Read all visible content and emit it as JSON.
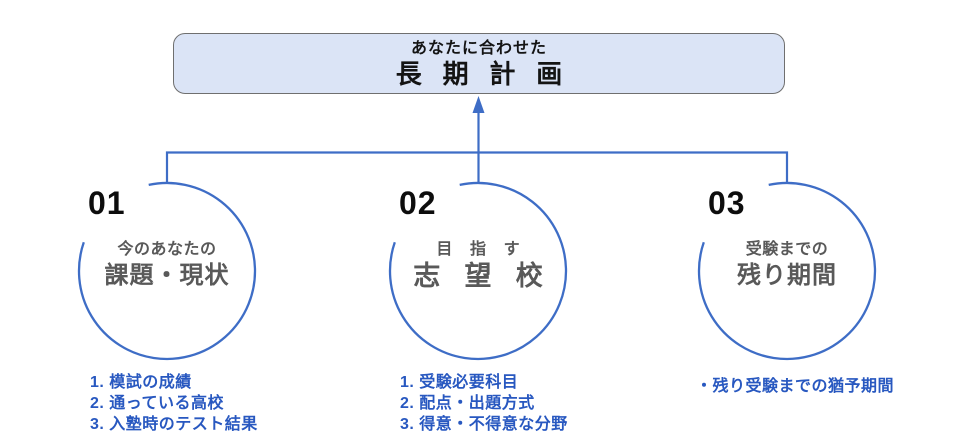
{
  "colors": {
    "line_blue": "#3e6dc6",
    "box_fill": "#dbe4f6",
    "box_border": "#6f6f6f",
    "label_gray": "#595959",
    "notes_blue": "#2858c0",
    "number_black": "#0d0d0d"
  },
  "plan_box": {
    "subtitle": "あなたに合わせた",
    "title": "長期計画"
  },
  "steps": [
    {
      "number": "01",
      "label_top": "今のあなたの",
      "label_main": "課題・現状",
      "notes": [
        "1. 模試の成績",
        "2. 通っている高校",
        "3. 入塾時のテスト結果"
      ]
    },
    {
      "number": "02",
      "label_top": "目指す",
      "label_main": "志望校",
      "notes": [
        "1. 受験必要科目",
        "2. 配点・出題方式",
        "3. 得意・不得意な分野"
      ]
    },
    {
      "number": "03",
      "label_top": "受験までの",
      "label_main": "残り期間",
      "notes": [
        "・残り受験までの猶予期間"
      ]
    }
  ]
}
